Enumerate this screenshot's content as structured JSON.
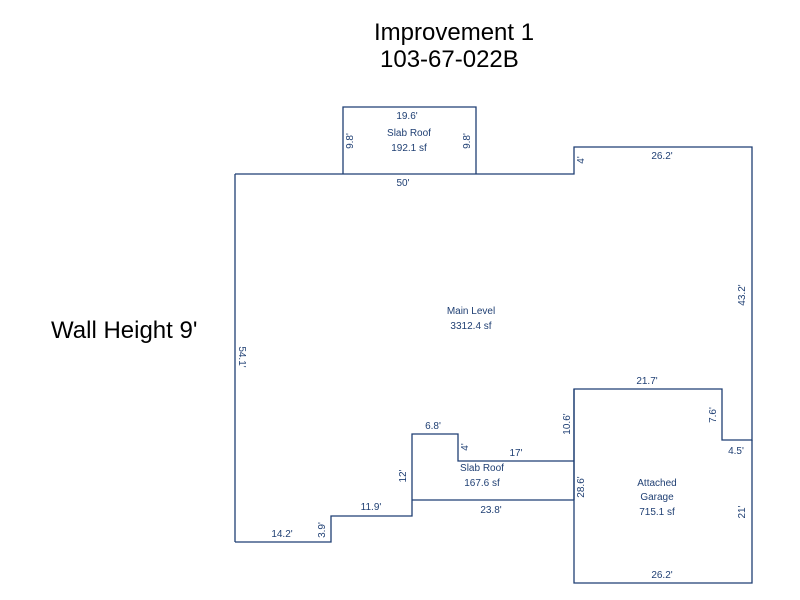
{
  "header": {
    "title": "Improvement 1",
    "parcel_id": "103-67-022B"
  },
  "side_note": "Wall Height 9'",
  "colors": {
    "line": "#1f3f73",
    "text": "#1f3f73",
    "heading": "#000000"
  },
  "areas": {
    "slab_roof_top": {
      "name": "Slab Roof",
      "area": "192.1 sf"
    },
    "main_level": {
      "name": "Main Level",
      "area": "3312.4 sf"
    },
    "slab_roof_bottom": {
      "name": "Slab Roof",
      "area": "167.6 sf"
    },
    "garage": {
      "name_line1": "Attached",
      "name_line2": "Garage",
      "area": "715.1 sf"
    }
  },
  "dimensions": {
    "top_slab_width": "19.6'",
    "top_slab_left": "9.8'",
    "top_slab_right": "9.8'",
    "main_top": "50'",
    "step_4": "4'",
    "top_right": "26.2'",
    "right_upper": "43.2'",
    "left_side": "54.1'",
    "garage_top": "21.7'",
    "garage_notch_vert": "7.6'",
    "garage_notch_horiz": "4.5'",
    "garage_right": "21'",
    "garage_bottom": "26.2'",
    "garage_left": "28.6'",
    "inner_vert": "10.6'",
    "lower_slab_top": "17'",
    "lower_slab_step": "4'",
    "lower_slab_left_top": "6.8'",
    "lower_slab_left_vert": "12'",
    "lower_slab_bottom": "23.8'",
    "bottom_step": "11.9'",
    "bottom_short_vert": "3.9'",
    "bottom_left": "14.2'"
  }
}
